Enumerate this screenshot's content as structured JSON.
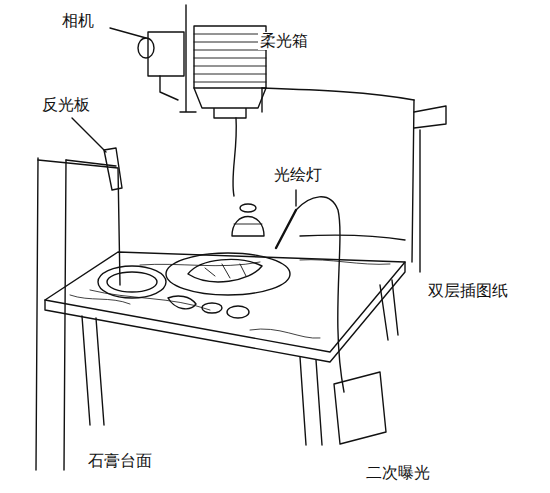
{
  "diagram": {
    "caption": "二次曝光",
    "labels": [
      "相机",
      "柔光箱",
      "反光板",
      "光绘灯",
      "双层插图纸",
      "石膏台面"
    ]
  }
}
